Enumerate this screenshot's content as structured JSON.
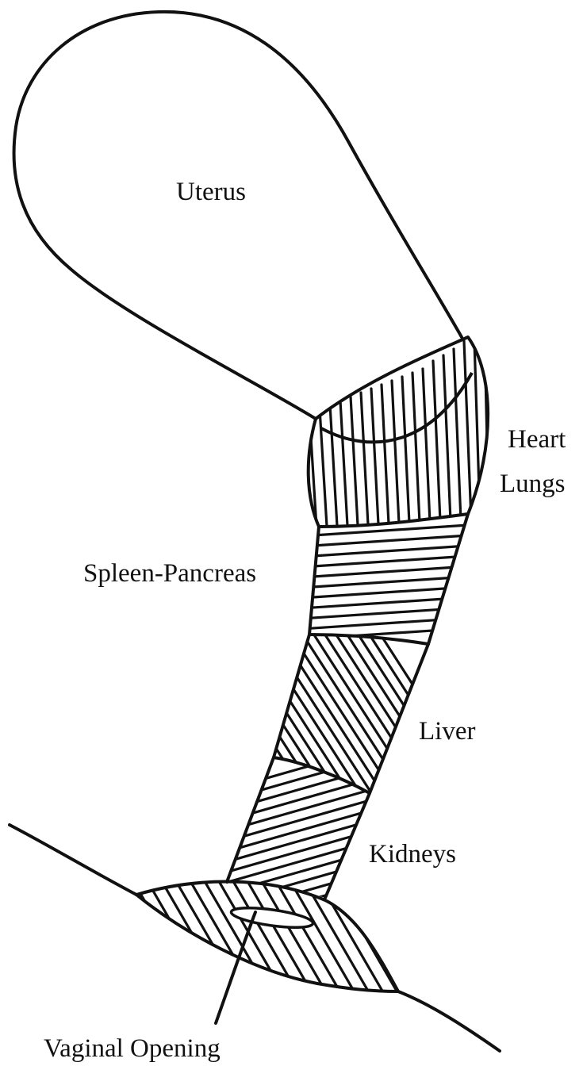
{
  "labels": {
    "uterus": "Uterus",
    "heart": "Heart",
    "lungs": "Lungs",
    "spleen_pancreas": "Spleen-Pancreas",
    "liver": "Liver",
    "kidneys": "Kidneys",
    "vaginal_opening": "Vaginal Opening"
  }
}
